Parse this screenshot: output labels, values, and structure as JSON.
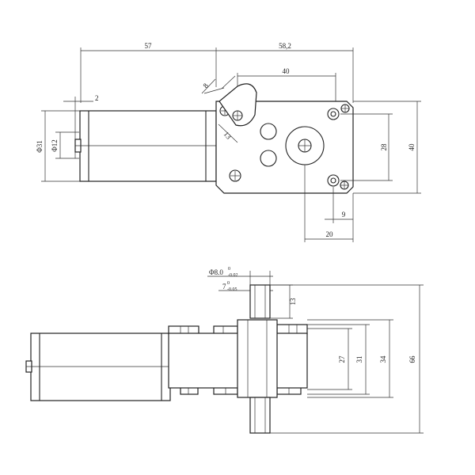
{
  "drawing": {
    "top_view": {
      "motor_length": "57",
      "gearbox_width": "58,2",
      "hole_spacing_horizontal": "40",
      "shaft_boss": "2",
      "motor_diameter": "Φ31",
      "boss_diameter": "Φ12",
      "slot_width": "8",
      "slot_length": "13",
      "hole_spacing_vertical": "28",
      "gearbox_height": "40",
      "hole_edge_offset": "9",
      "shaft_offset": "20"
    },
    "side_view": {
      "shaft_diameter": "Φ8.0",
      "shaft_diameter_tol_upper": "0",
      "shaft_diameter_tol_lower": "-0.02",
      "flat_width": "7",
      "flat_tol_upper": "0",
      "flat_tol_lower": "-0.05",
      "shaft_extension": "13",
      "dim_27": "27",
      "dim_31": "31",
      "dim_34": "34",
      "overall_shaft_length": "66"
    }
  }
}
